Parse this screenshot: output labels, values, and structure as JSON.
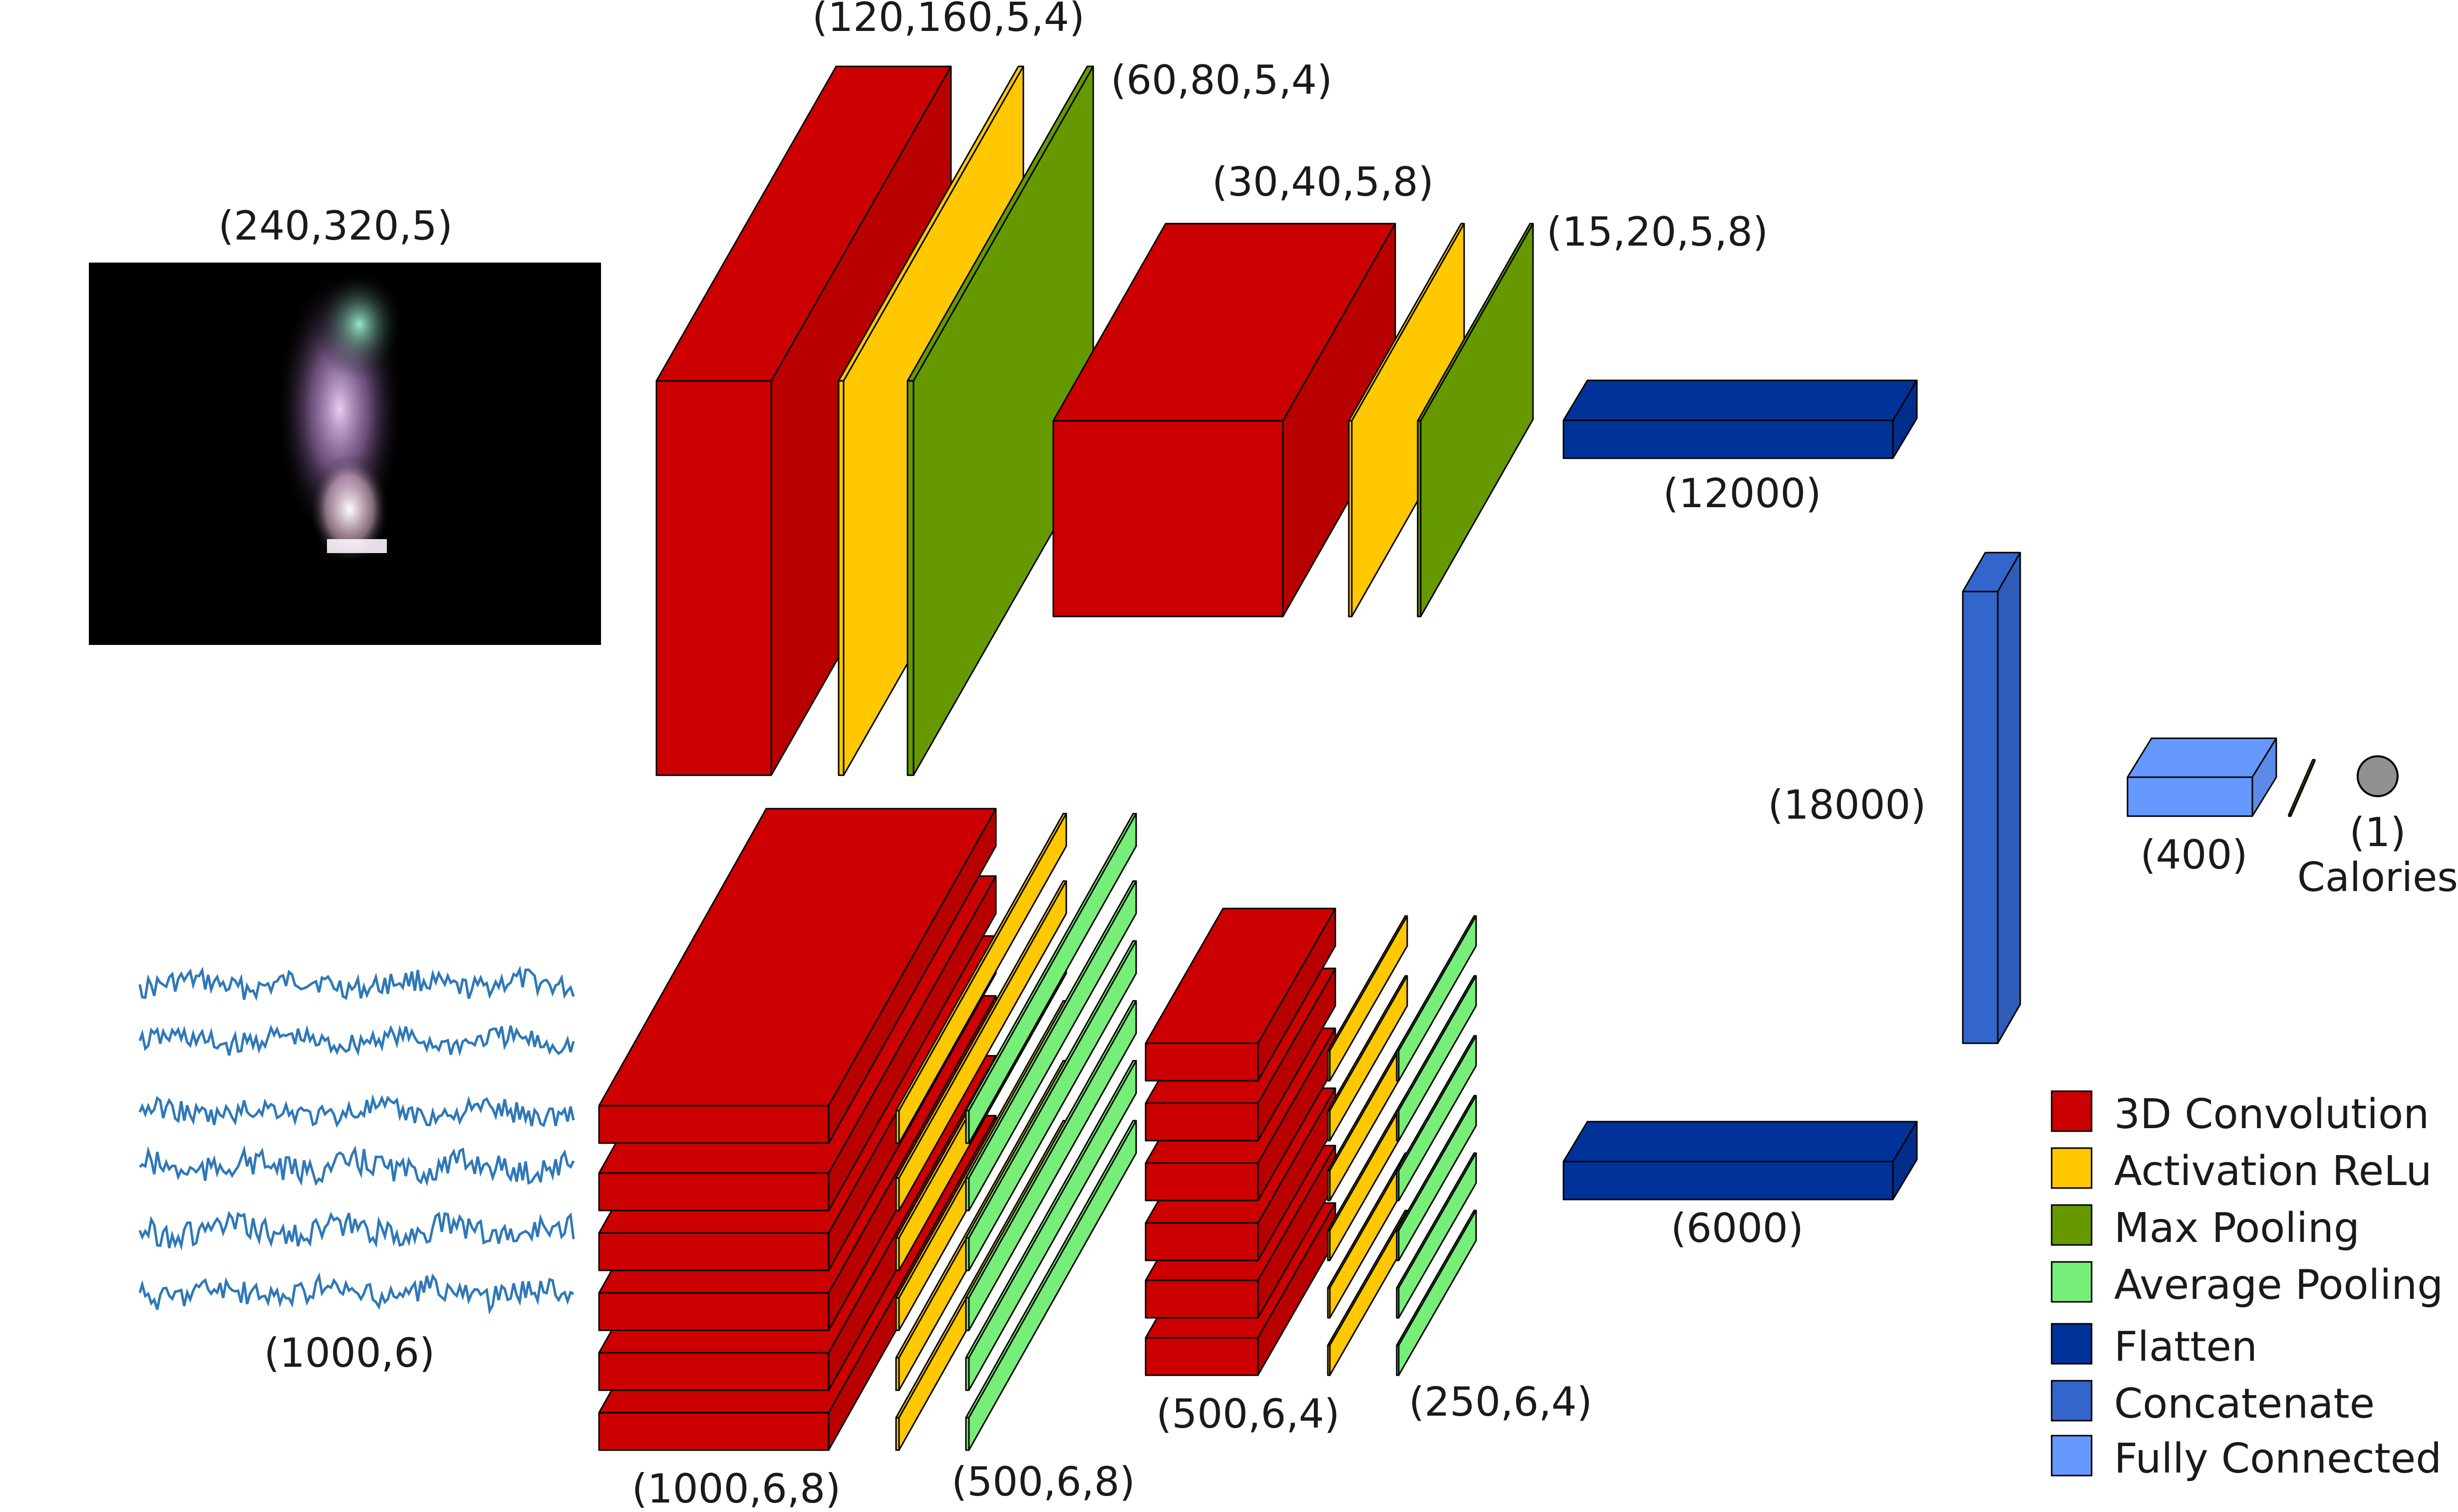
{
  "inputs": {
    "video_shape": "(240,320,5)",
    "signal_shape": "(1000,6)"
  },
  "video_branch": {
    "conv1_shape": "(120,160,5,4)",
    "pool1_shape": "(60,80,5,4)",
    "conv2_shape": "(30,40,5,8)",
    "pool2_shape": "(15,20,5,8)",
    "flatten_shape": "(12000)"
  },
  "signal_branch": {
    "conv1_shape": "(1000,6,8)",
    "pool1_shape": "(500,6,8)",
    "conv2_shape": "(500,6,4)",
    "pool2_shape": "(250,6,4)",
    "flatten_shape": "(6000)"
  },
  "merge": {
    "concat_shape": "(18000)",
    "dense_shape": "(400)",
    "output_shape": "(1)",
    "output_name": "Calories"
  },
  "legend": [
    {
      "label": "3D Convolution",
      "color": "#cc0000"
    },
    {
      "label": "Activation ReLu",
      "color": "#ffc800"
    },
    {
      "label": "Max Pooling",
      "color": "#669900"
    },
    {
      "label": "Average Pooling",
      "color": "#77ee77"
    },
    {
      "label": "Flatten",
      "color": "#003399"
    },
    {
      "label": "Concatenate",
      "color": "#3366cc"
    },
    {
      "label": "Fully Connected",
      "color": "#6699ff"
    }
  ],
  "colors": {
    "conv": "#cc0000",
    "relu": "#ffc800",
    "maxpool": "#669900",
    "avgpool": "#77ee77",
    "flatten": "#003399",
    "concat": "#3366cc",
    "dense": "#6699ff",
    "signal_line": "#2f78b8",
    "output_node": "#909090"
  }
}
